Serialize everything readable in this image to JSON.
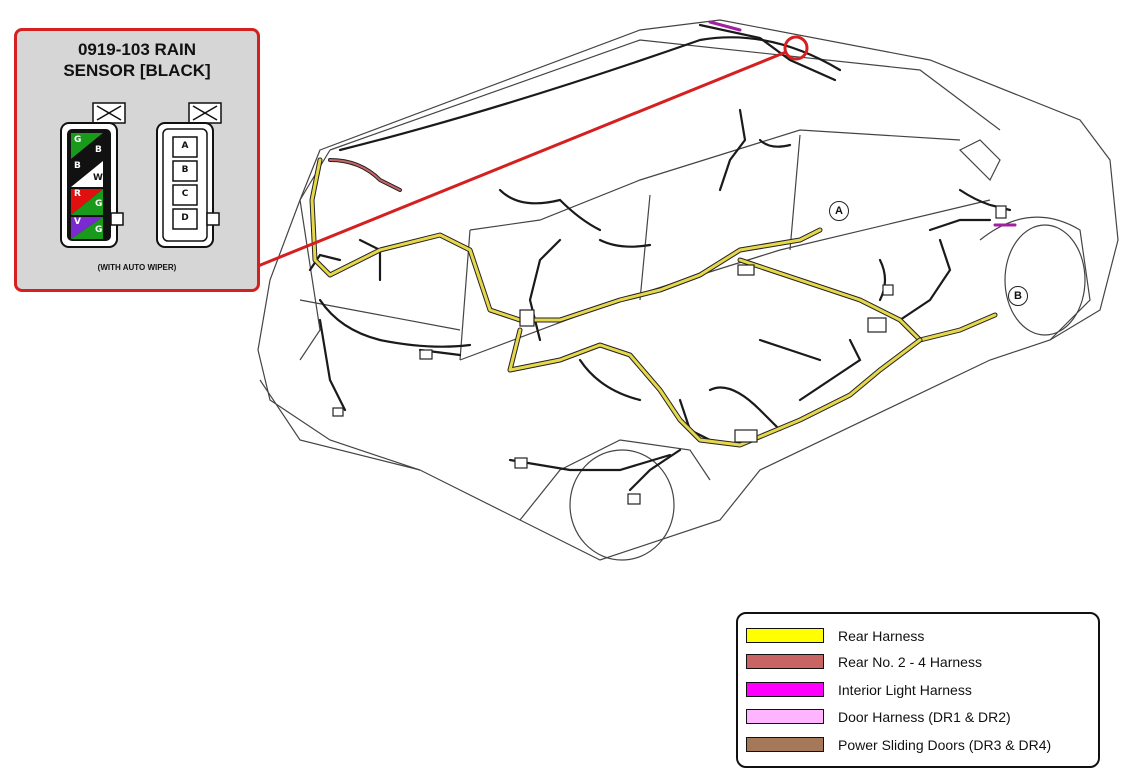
{
  "callout": {
    "title_line1": "0919-103 RAIN",
    "title_line2": "SENSOR [BLACK]",
    "caption": "(WITH AUTO WIPER)",
    "harness_pins": [
      {
        "left": "G",
        "right": "B"
      },
      {
        "left": "B",
        "right": "W"
      },
      {
        "left": "R",
        "right": "G"
      },
      {
        "left": "V",
        "right": "G"
      }
    ],
    "cavity_labels": [
      "A",
      "B",
      "C",
      "D"
    ]
  },
  "markers": {
    "a": "A",
    "b": "B"
  },
  "legend": {
    "items": [
      {
        "label": "Rear Harness",
        "color": "#ffff00"
      },
      {
        "label": "Rear No. 2 - 4 Harness",
        "color": "#c86464"
      },
      {
        "label": "Interior Light Harness",
        "color": "#ff00ff"
      },
      {
        "label": "Door Harness (DR1 & DR2)",
        "color": "#ffb4ff"
      },
      {
        "label": "Power Sliding Doors (DR3 & DR4)",
        "color": "#a5785a"
      }
    ]
  },
  "colors": {
    "callout_border": "#d42020",
    "callout_bg": "#d6d6d6",
    "wire_dark": "#1a1a1a",
    "wire_rear": "#e6d84a"
  }
}
